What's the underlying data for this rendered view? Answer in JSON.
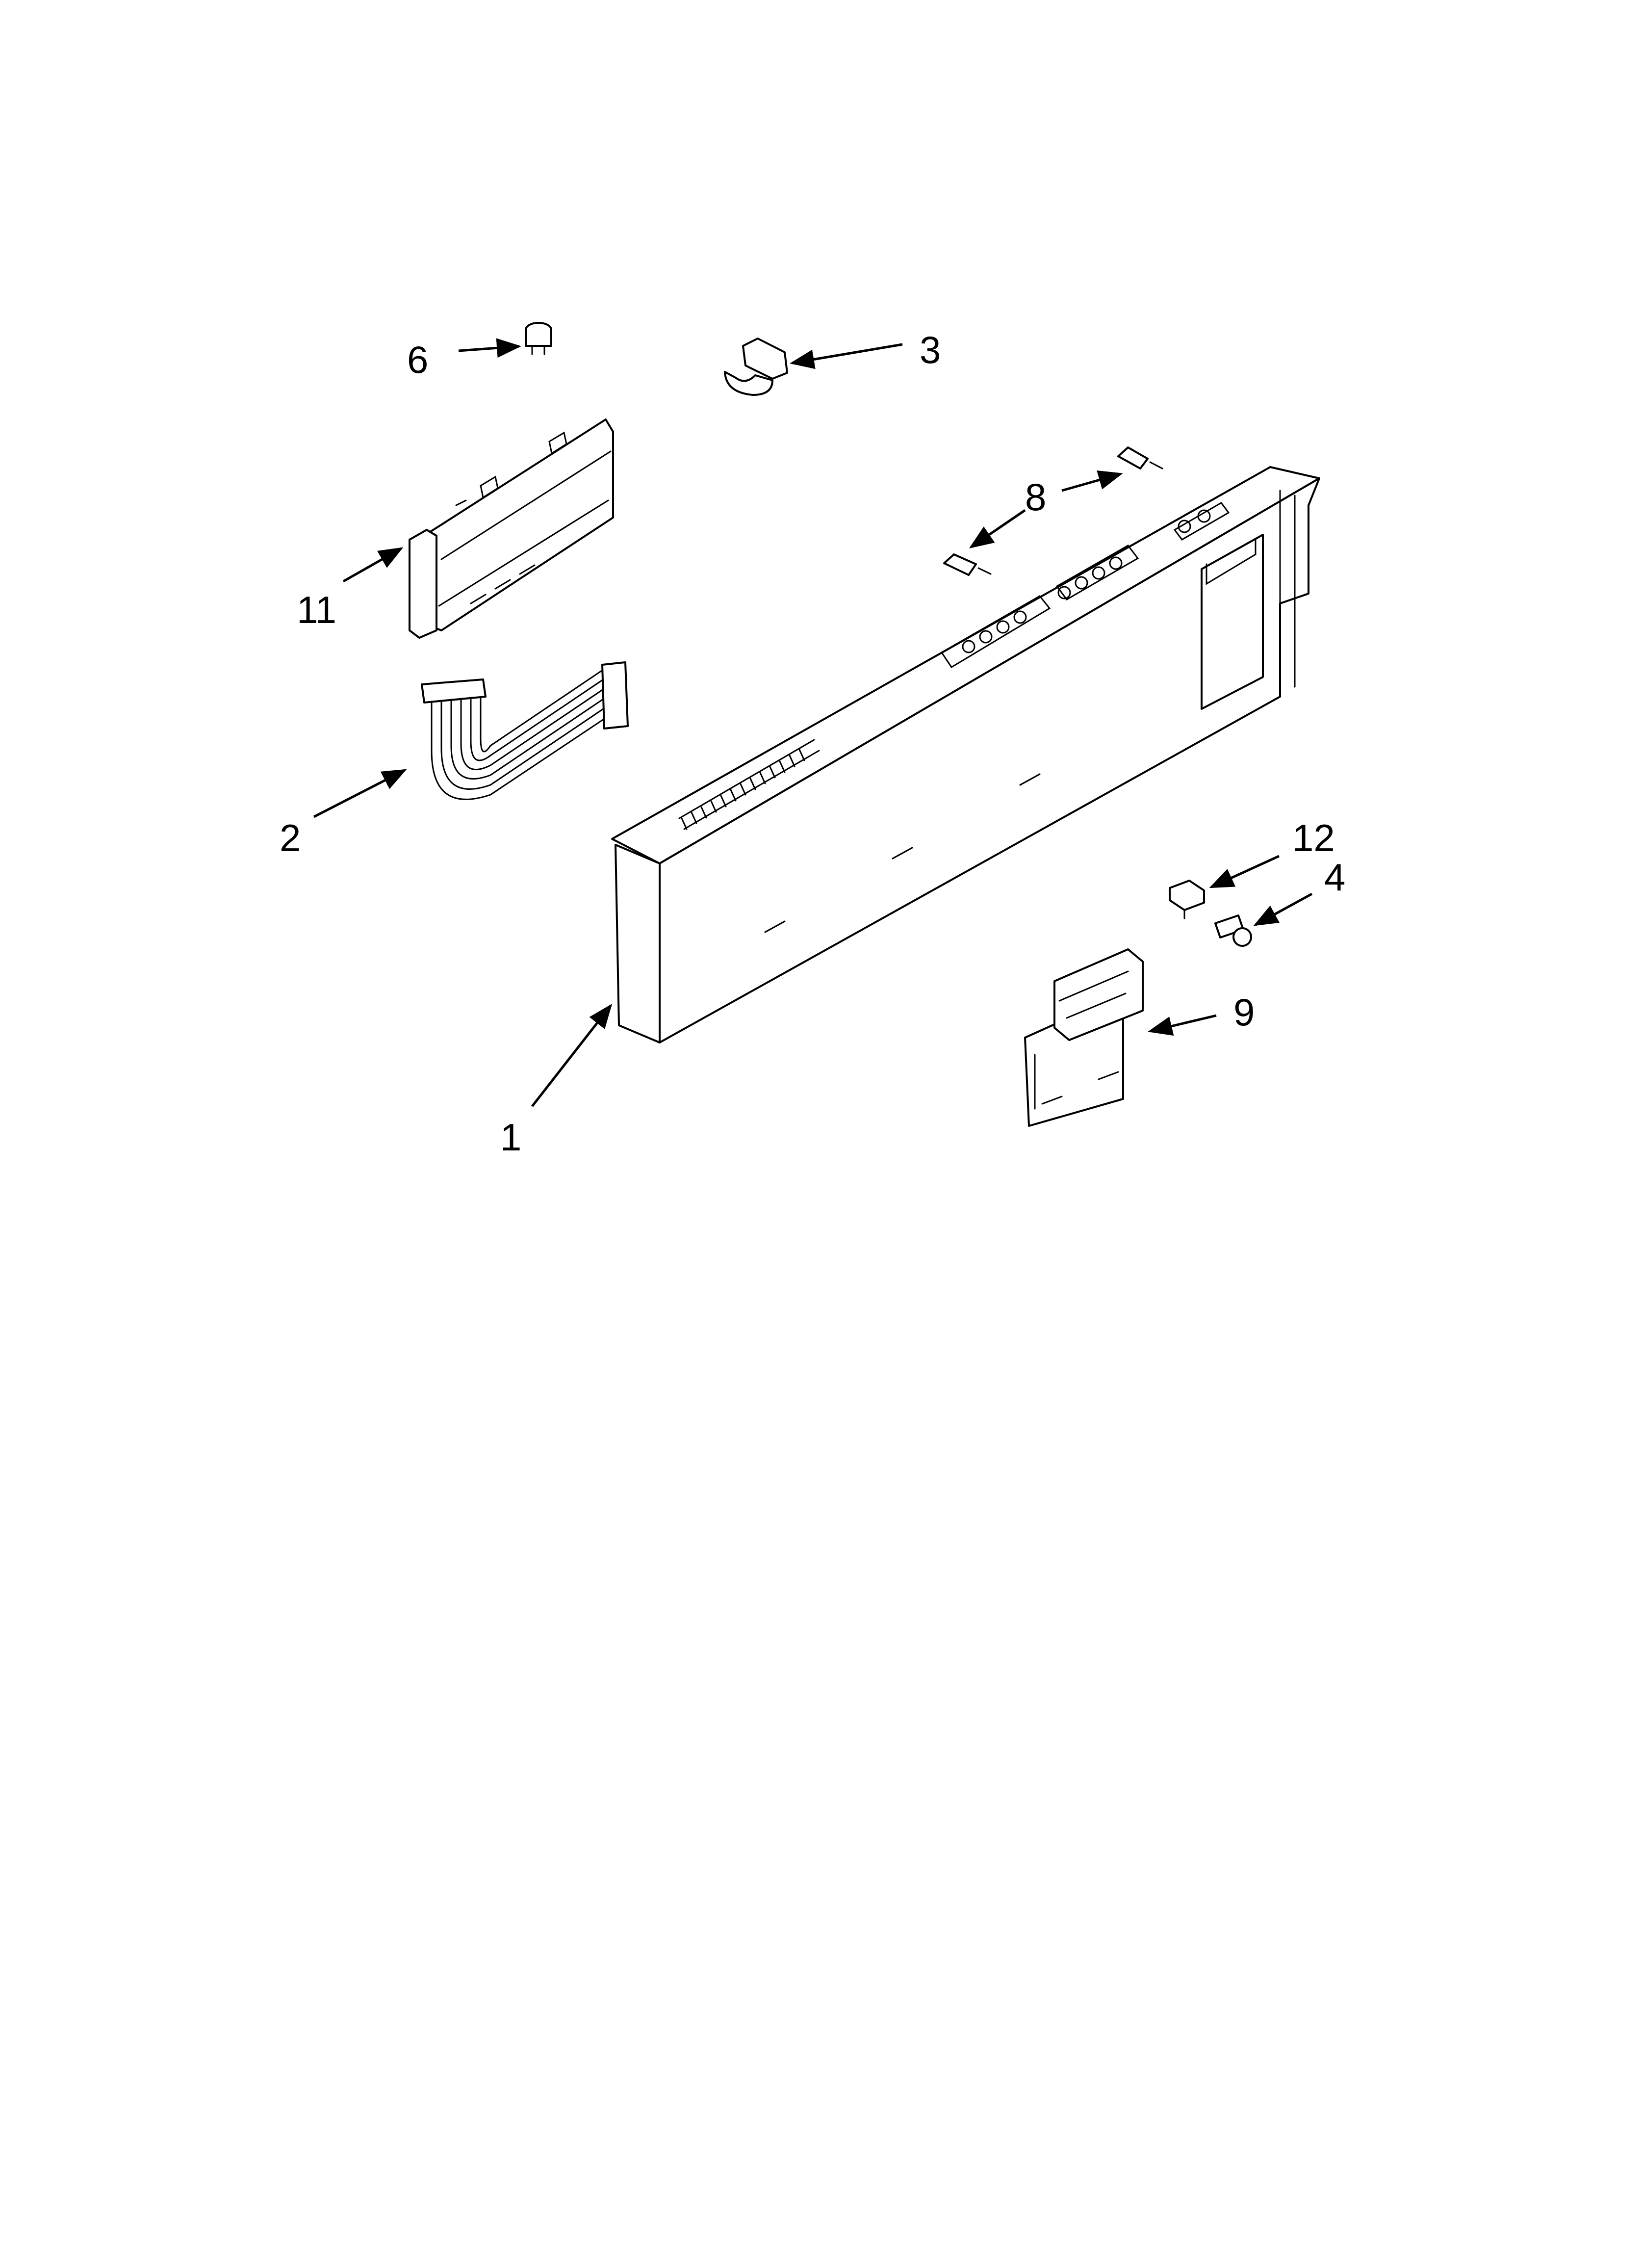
{
  "diagram": {
    "callouts": {
      "c1": "1",
      "c2": "2",
      "c3": "3",
      "c4": "4",
      "c6": "6",
      "c8": "8",
      "c9": "9",
      "c11": "11",
      "c12": "12"
    }
  },
  "colors": {
    "line": "#000000",
    "background": "#ffffff"
  }
}
